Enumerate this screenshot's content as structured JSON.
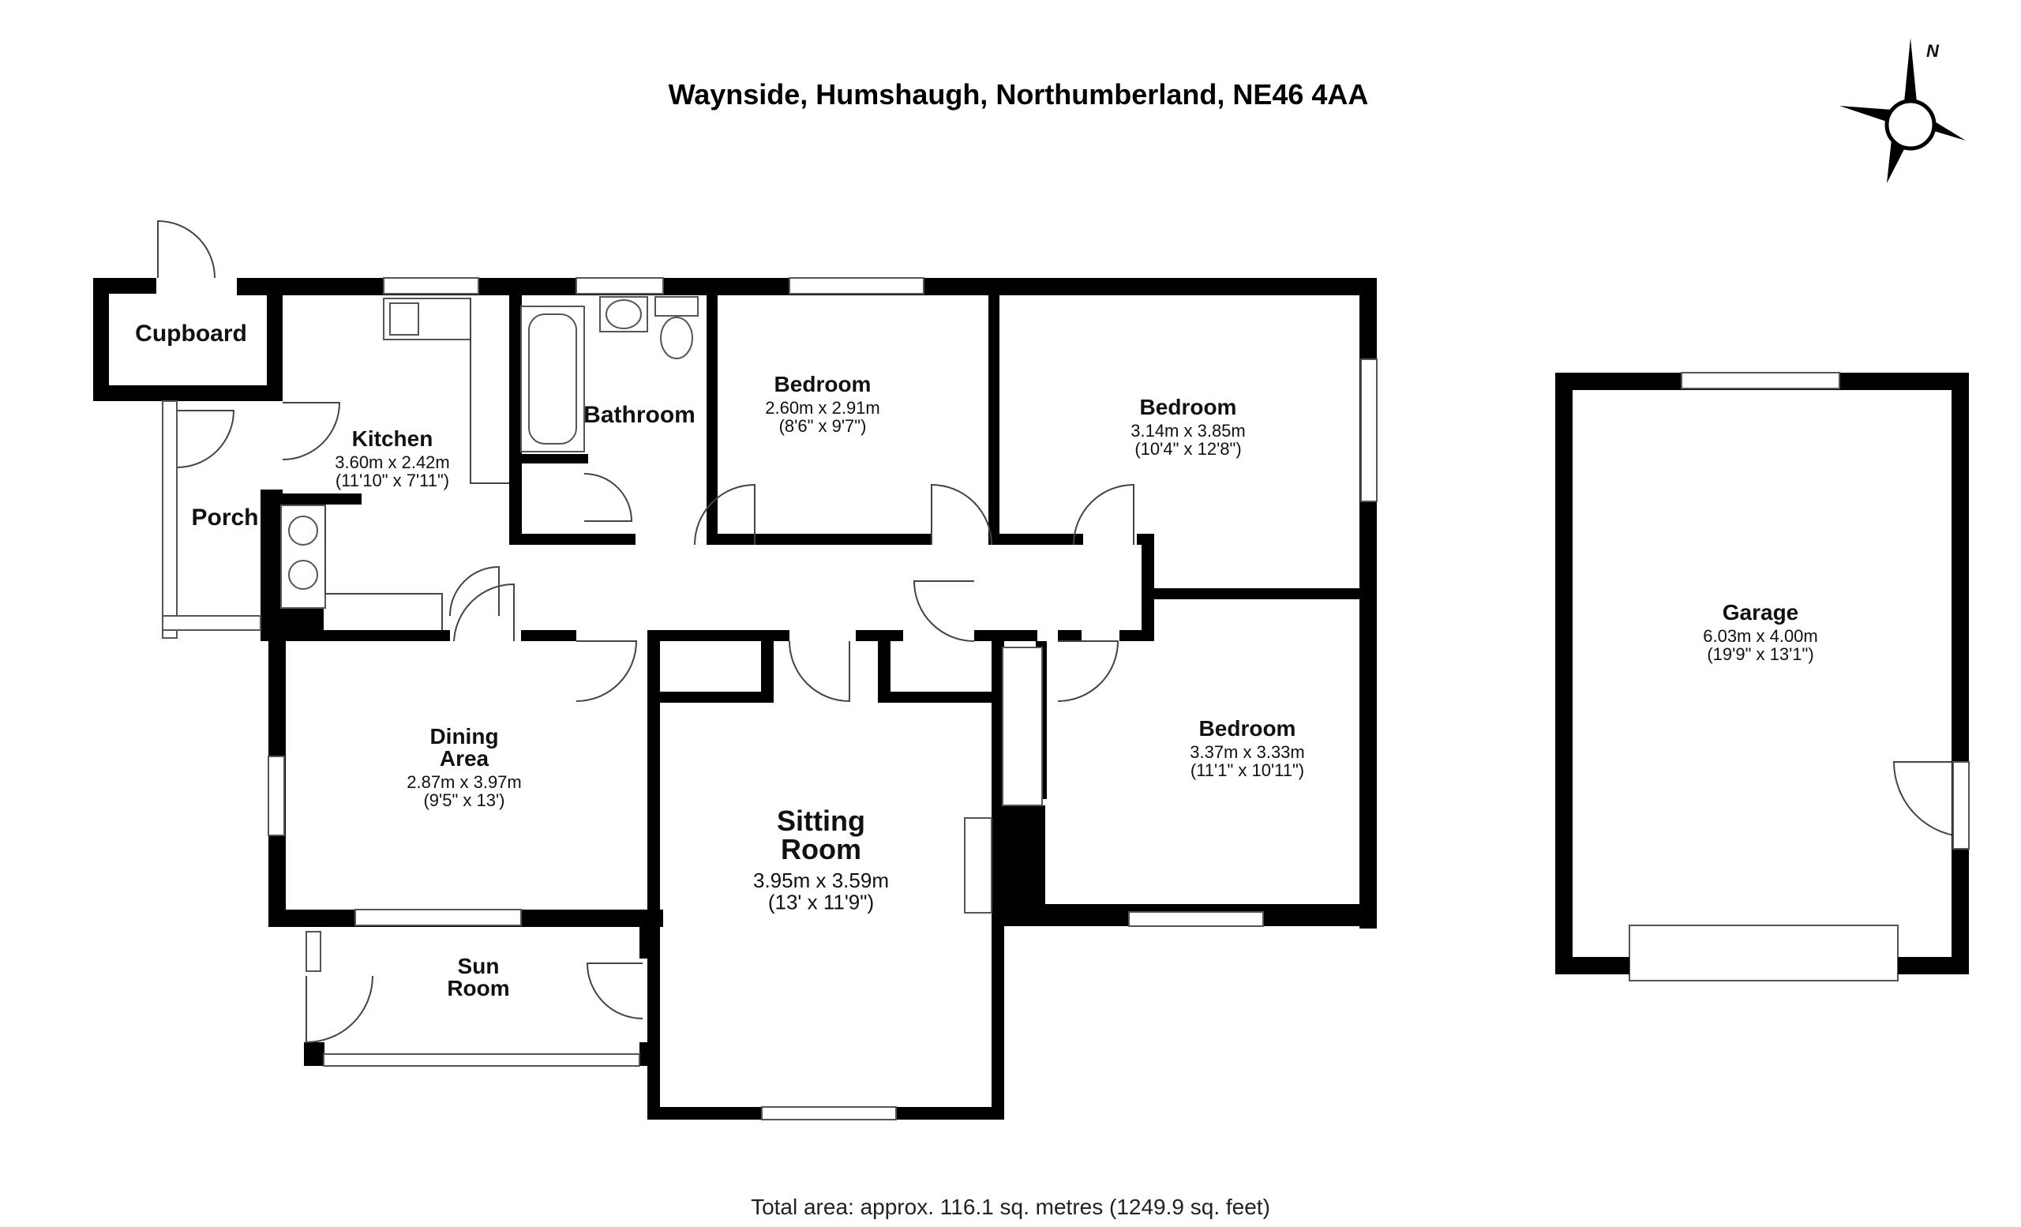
{
  "title": "Waynside, Humshaugh, Northumberland, NE46 4AA",
  "compass": {
    "label": "N"
  },
  "rooms": [
    {
      "id": "cupboard",
      "name": "Cupboard",
      "name_lines": [
        "Cupboard"
      ],
      "dims_m": "",
      "dims_ft": ""
    },
    {
      "id": "porch",
      "name": "Porch",
      "name_lines": [
        "Porch"
      ],
      "dims_m": "",
      "dims_ft": ""
    },
    {
      "id": "kitchen",
      "name": "Kitchen",
      "name_lines": [
        "Kitchen"
      ],
      "dims_m": "3.60m x 2.42m",
      "dims_ft": "(11'10\" x 7'11\")"
    },
    {
      "id": "bathroom",
      "name": "Bathroom",
      "name_lines": [
        "Bathroom"
      ],
      "dims_m": "",
      "dims_ft": ""
    },
    {
      "id": "bedroom-1",
      "name": "Bedroom",
      "name_lines": [
        "Bedroom"
      ],
      "dims_m": "2.60m x 2.91m",
      "dims_ft": "(8'6\" x 9'7\")"
    },
    {
      "id": "bedroom-2",
      "name": "Bedroom",
      "name_lines": [
        "Bedroom"
      ],
      "dims_m": "3.14m x 3.85m",
      "dims_ft": "(10'4\" x 12'8\")"
    },
    {
      "id": "bedroom-3",
      "name": "Bedroom",
      "name_lines": [
        "Bedroom"
      ],
      "dims_m": "3.37m x 3.33m",
      "dims_ft": "(11'1\" x 10'11\")"
    },
    {
      "id": "dining-area",
      "name": "Dining Area",
      "name_lines": [
        "Dining",
        "Area"
      ],
      "dims_m": "2.87m x 3.97m",
      "dims_ft": "(9'5\" x 13')"
    },
    {
      "id": "sitting-room",
      "name": "Sitting Room",
      "name_lines": [
        "Sitting",
        "Room"
      ],
      "dims_m": "3.95m x 3.59m",
      "dims_ft": "(13' x 11'9\")"
    },
    {
      "id": "sun-room",
      "name": "Sun Room",
      "name_lines": [
        "Sun",
        "Room"
      ],
      "dims_m": "",
      "dims_ft": ""
    },
    {
      "id": "garage",
      "name": "Garage",
      "name_lines": [
        "Garage"
      ],
      "dims_m": "6.03m x 4.00m",
      "dims_ft": "(19'9\" x 13'1\")"
    }
  ],
  "footer": "Total area: approx. 116.1 sq. metres (1249.9 sq. feet)"
}
